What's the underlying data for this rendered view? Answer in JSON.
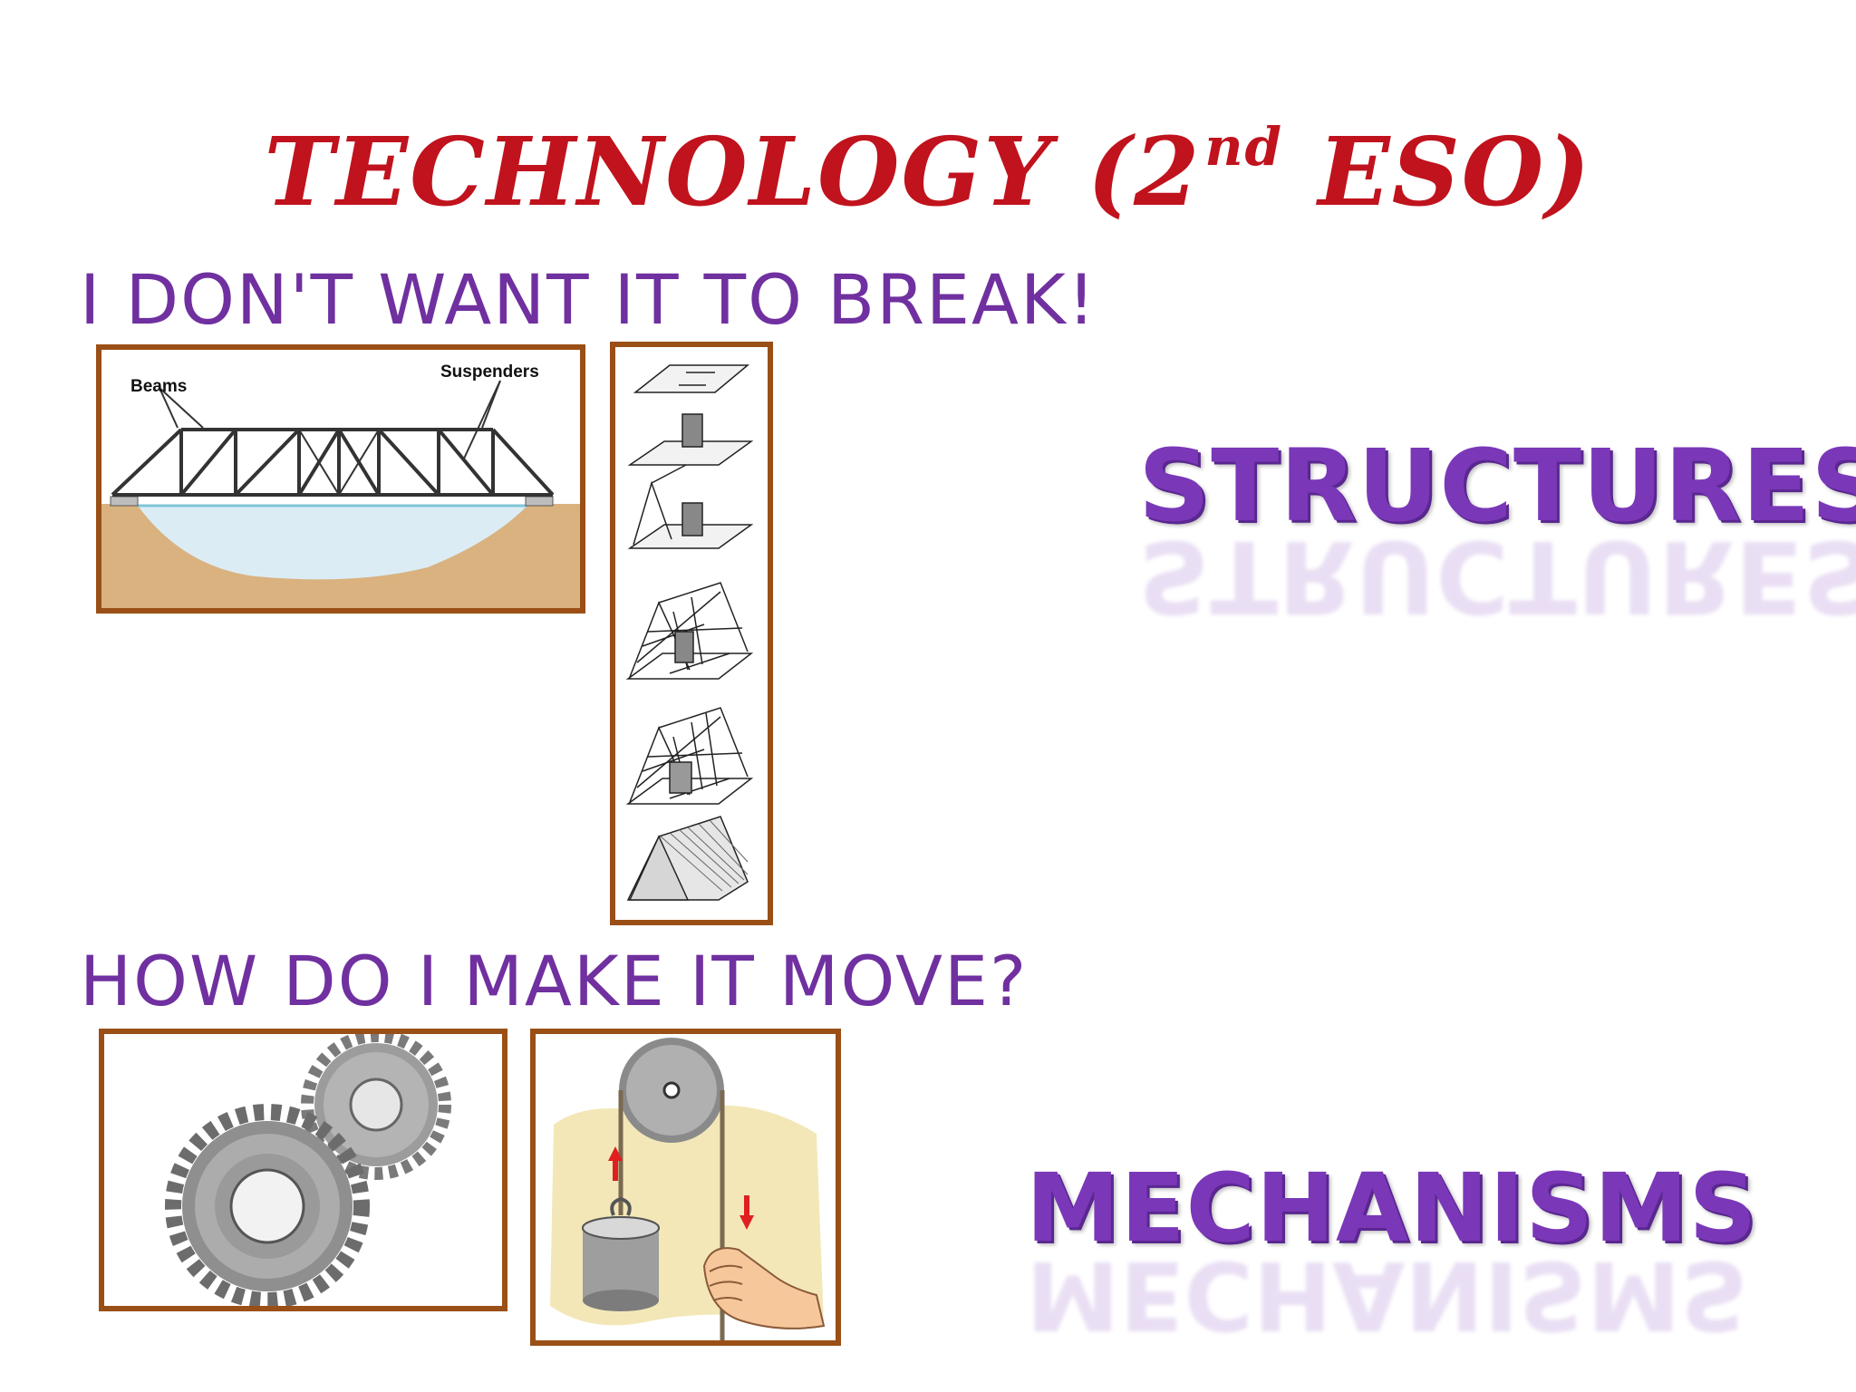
{
  "slide": {
    "title": "TECHNOLOGY (2",
    "title_sup": "nd",
    "title_end": " ESO)",
    "question_structures": "I DON'T WANT IT TO BREAK!",
    "question_mechanisms": "HOW DO I MAKE IT MOVE?",
    "label_structures": "STRUCTURES",
    "label_mechanisms": "MECHANISMS",
    "bridge_labels": {
      "beams": "Beams",
      "suspenders": "Suspenders"
    }
  },
  "colors": {
    "title": "#c0131d",
    "question": "#7030a0",
    "label": "#7a38b8",
    "frame": "#9a4f16"
  }
}
